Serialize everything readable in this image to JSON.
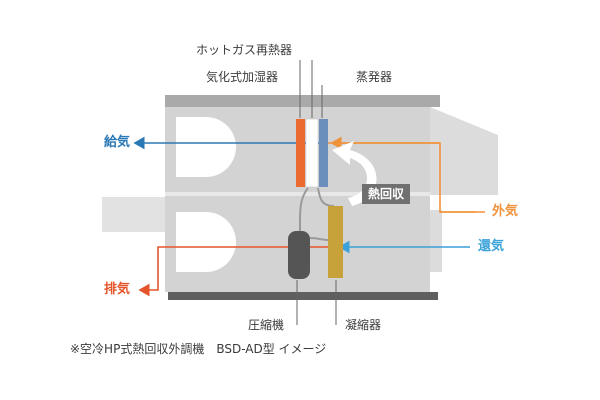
{
  "labels": {
    "hot_gas_reheater": "ホットガス再熱器",
    "vaporizing_humidifier": "気化式加湿器",
    "evaporator": "蒸発器",
    "compressor": "圧縮機",
    "condenser": "凝縮器",
    "heat_recovery": "熱回収"
  },
  "flows": {
    "supply_air": "給気",
    "outdoor_air": "外気",
    "return_air": "還気",
    "exhaust_air": "排気"
  },
  "caption": "※空冷HP式熱回収外調機　BSD-AD型 イメージ",
  "colors": {
    "blue": "#2a78b6",
    "orange": "#f0923a",
    "light_blue": "#3aa2d8",
    "red_orange": "#e4552b",
    "heater": "#ea6a30",
    "evaporator": "#6b8fbd",
    "condenser": "#c7a23a",
    "compressor": "#555555"
  }
}
